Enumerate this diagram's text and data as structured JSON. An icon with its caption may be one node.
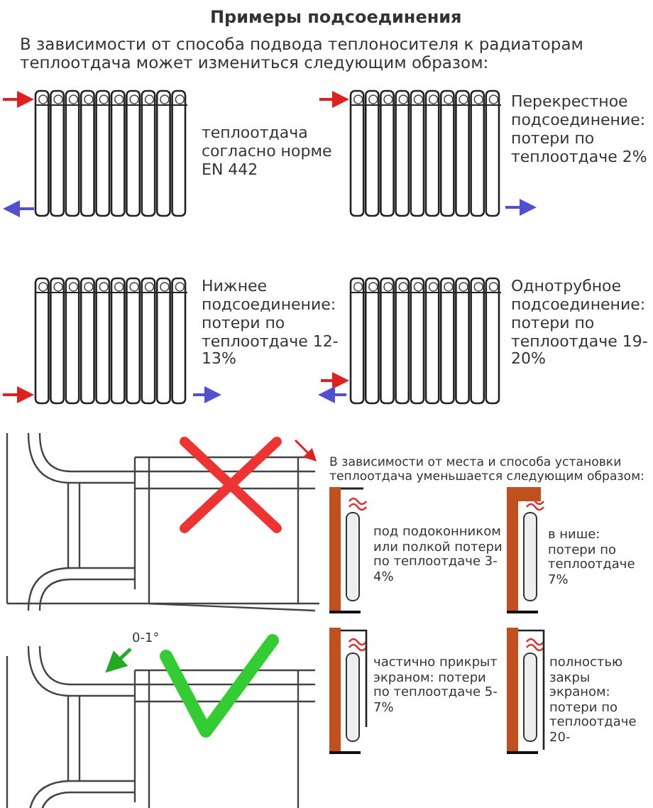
{
  "diagram": {
    "title": "Примеры подсоединения",
    "labels": [
      "В зависимости от способа подвода теплоносителя к радиаторам теплоотдача может измениться следующим образом:",
      "теплоотдача согласно норме EN 442",
      "Перекрестное подсоединение: потери по теплоотдаче 2%",
      "Нижнее подсоединение: потери по теплоотдаче 12-13%",
      "Однотрубное подсоединение: потери по теплоотдаче 19-20%",
      "В зависимости от места и способа установки теплоотдача уменьшается следующим образом:",
      "0-1°",
      "под подоконником или полкой потери по теплоотдаче 3-4%",
      "в нише: потери по теплоотдаче 7%",
      "частично прикрыт экраном: потери по теплоотдаче 5-7%",
      "полностью закры экраном: потери по теплоотдаче 20-"
    ]
  }
}
